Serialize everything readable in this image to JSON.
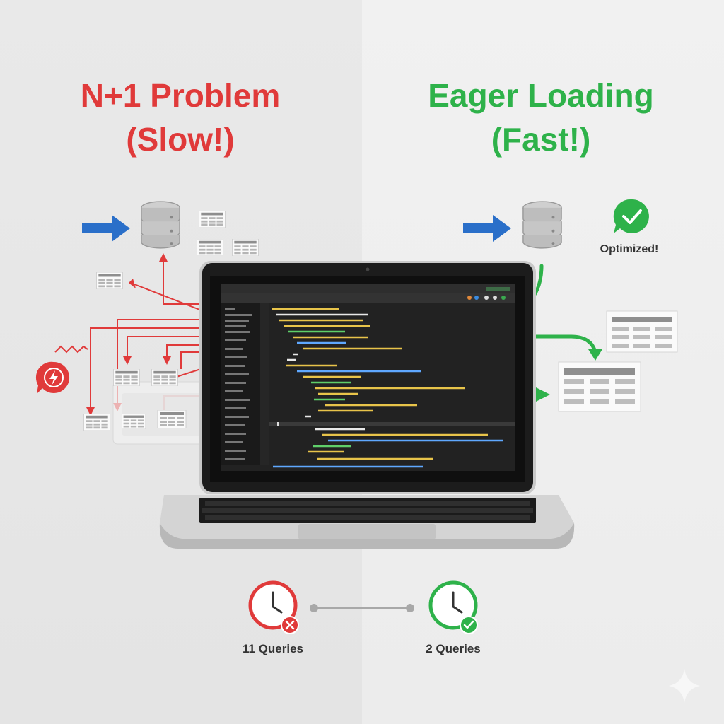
{
  "left": {
    "title_line1": "N+1 Problem",
    "title_line2": "(Slow!)",
    "queries_label": "11 Queries",
    "accent": "#e03a3a"
  },
  "right": {
    "title_line1": "Eager Loading",
    "title_line2": "(Fast!)",
    "badge_label": "Optimized!",
    "queries_label": "2 Queries",
    "accent": "#2eb24a"
  },
  "arrow_color": "#2a6fc9",
  "icons": [
    "database-icon",
    "table-icon",
    "lightning-icon",
    "clock-icon",
    "check-icon",
    "x-icon",
    "sparkle-icon"
  ]
}
